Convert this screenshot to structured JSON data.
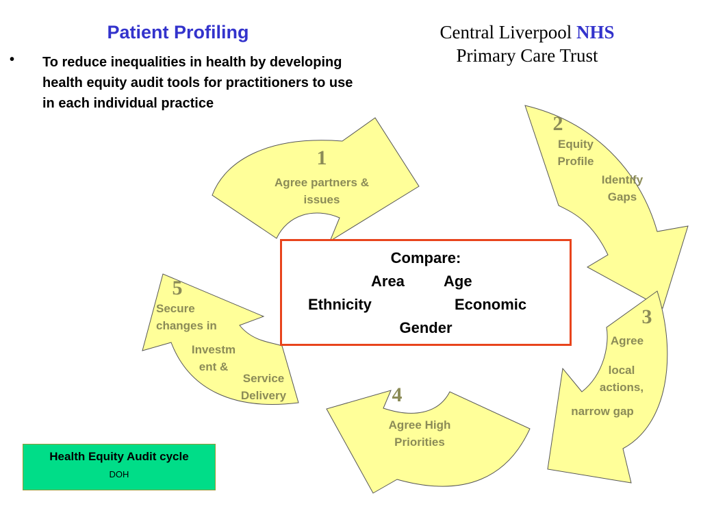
{
  "header": {
    "title": "Patient Profiling",
    "bullet": "To reduce inequalities in health by developing health equity audit tools for practitioners to use in each individual practice",
    "org_line1": "Central Liverpool",
    "org_nhs": "NHS",
    "org_line2": "Primary Care Trust"
  },
  "cycle": {
    "step1": {
      "number": "1",
      "text": "Agree partners & issues"
    },
    "step2": {
      "number": "2",
      "text_a": "Equity Profile",
      "text_b": "Identify Gaps"
    },
    "step3": {
      "number": "3",
      "text_a": "Agree",
      "text_b": "local actions,",
      "text_c": "narrow gap"
    },
    "step4": {
      "number": "4",
      "text": "Agree High Priorities"
    },
    "step5": {
      "number": "5",
      "text_a": "Secure changes in",
      "text_b": "Investm ent &",
      "text_c": "Service Delivery"
    }
  },
  "compare": {
    "heading": "Compare:",
    "area": "Area",
    "age": "Age",
    "ethnicity": "Ethnicity",
    "economic": "Economic",
    "gender": "Gender"
  },
  "footer_box": {
    "title": "Health Equity Audit cycle",
    "subtitle": "DOH"
  },
  "colors": {
    "title_blue": "#3333cc",
    "arrow_fill": "#ffff99",
    "arrow_text": "#8b8b57",
    "box_border": "#e8441c",
    "label_box": "#00dd88"
  }
}
